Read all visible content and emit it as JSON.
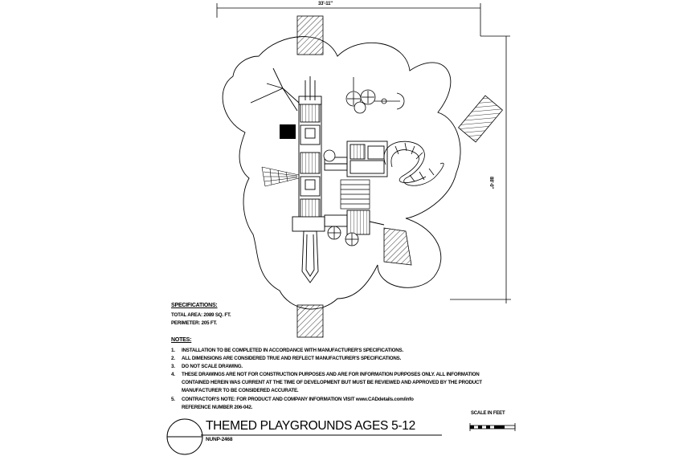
{
  "dimensions": {
    "width_label": "33'-11\"",
    "height_label": "88'-0\""
  },
  "specifications": {
    "heading": "SPECIFICATIONS:",
    "lines": [
      "TOTAL AREA: 2089 SQ. FT.",
      "PERIMETER: 205 FT."
    ]
  },
  "notes": {
    "heading": "NOTES:",
    "items": [
      {
        "num": "1.",
        "text": "INSTALLATION TO BE COMPLETED IN ACCORDANCE WITH MANUFACTURER'S SPECIFICATIONS."
      },
      {
        "num": "2.",
        "text": "ALL DIMENSIONS ARE CONSIDERED TRUE AND REFLECT MANUFACTURER'S SPECIFICATIONS."
      },
      {
        "num": "3.",
        "text": "DO NOT SCALE DRAWING."
      },
      {
        "num": "4.",
        "text": "THESE DRAWINGS ARE NOT FOR CONSTRUCTION PURPOSES AND ARE FOR INFORMATION PURPOSES ONLY. ALL INFORMATION"
      },
      {
        "num": "",
        "text": "CONTAINED HEREIN WAS CURRENT AT THE TIME OF DEVELOPMENT BUT MUST BE REVIEWED AND APPROVED BY THE PRODUCT"
      },
      {
        "num": "",
        "text": "MANUFACTURER TO BE CONSIDERED ACCURATE."
      },
      {
        "num": "5.",
        "text": "CONTRACTOR'S NOTE: FOR PRODUCT AND COMPANY INFORMATION VISIT www.CADdetails.com/info"
      },
      {
        "num": "",
        "text": "REFERENCE NUMBER 206-042."
      }
    ]
  },
  "title_block": {
    "title": "THEMED PLAYGROUNDS AGES 5-12",
    "drawing_number": "NUNP-2468",
    "scale_label": "SCALE IN FEET"
  },
  "colors": {
    "line": "#000000",
    "background": "#ffffff"
  }
}
